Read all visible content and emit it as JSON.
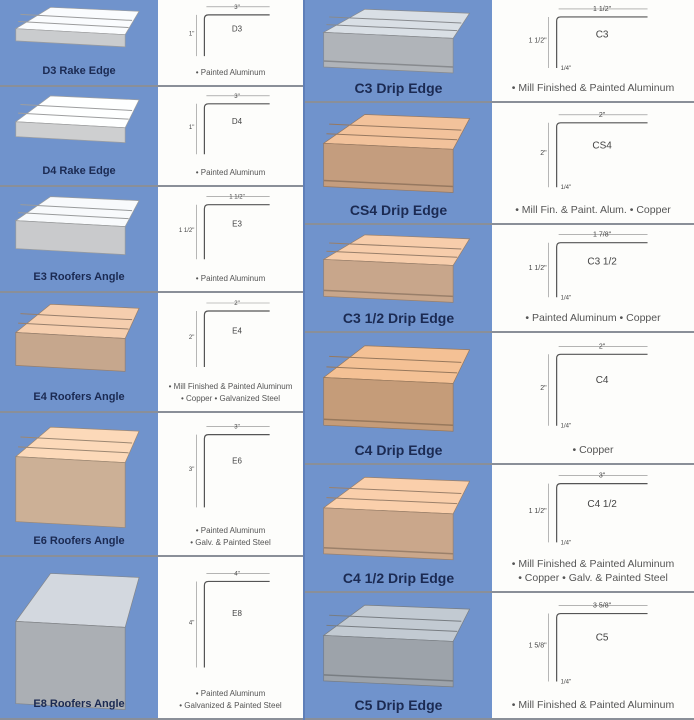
{
  "left": [
    {
      "name": "D3 Rake Edge",
      "code": "D3",
      "width": "3\"",
      "height": "1\"",
      "hem": "",
      "materials": [
        "• Painted Aluminum"
      ],
      "color": "#eef0f2",
      "style": "flat"
    },
    {
      "name": "D4 Rake Edge",
      "code": "D4",
      "width": "3\"",
      "height": "1\"",
      "hem": "",
      "materials": [
        "• Painted Aluminum"
      ],
      "color": "#f2f3f5",
      "style": "flat"
    },
    {
      "name": "E3 Roofers Angle",
      "code": "E3",
      "width": "1 1/2\"",
      "height": "1 1/2\"",
      "hem": "",
      "materials": [
        "• Painted Aluminum"
      ],
      "color": "#eceef0",
      "style": "angle"
    },
    {
      "name": "E4 Roofers Angle",
      "code": "E4",
      "width": "2\"",
      "height": "2\"",
      "hem": "",
      "materials": [
        "• Mill Finished & Painted Aluminum",
        "• Copper  • Galvanized Steel"
      ],
      "color": "#e9c4a6",
      "style": "angle"
    },
    {
      "name": "E6 Roofers Angle",
      "code": "E6",
      "width": "3\"",
      "height": "3\"",
      "hem": "",
      "materials": [
        "• Painted Aluminum",
        "• Galv. & Painted Steel"
      ],
      "color": "#f0cfb0",
      "style": "tall"
    },
    {
      "name": "E8 Roofers Angle",
      "code": "E8",
      "width": "4\"",
      "height": "4\"",
      "hem": "",
      "materials": [
        "• Painted Aluminum",
        "• Galvanized & Painted Steel"
      ],
      "color": "#c9ced4",
      "style": "big"
    }
  ],
  "right": [
    {
      "name": "C3 Drip Edge",
      "code": "C3",
      "width": "1 1/2\"",
      "height": "1 1/2\"",
      "hem": "1/4\"",
      "materials": [
        "• Mill Finished & Painted Aluminum"
      ],
      "color": "#cfd4da",
      "style": "drip"
    },
    {
      "name": "CS4 Drip Edge",
      "code": "CS4",
      "width": "2\"",
      "height": "2\"",
      "hem": "1/4\"",
      "materials": [
        "• Mill Fin. & Paint. Alum.   • Copper"
      ],
      "color": "#e6b994",
      "style": "drip"
    },
    {
      "name": "C3 1/2 Drip Edge",
      "code": "C3 1/2",
      "width": "1 7/8\"",
      "height": "1 1/2\"",
      "hem": "1/4\"",
      "materials": [
        "• Painted Aluminum   • Copper"
      ],
      "color": "#ebc3a3",
      "style": "drip"
    },
    {
      "name": "C4 Drip Edge",
      "code": "C4",
      "width": "2\"",
      "height": "2\"",
      "hem": "1/4\"",
      "materials": [
        "• Copper"
      ],
      "color": "#e8b88e",
      "style": "drip"
    },
    {
      "name": "C4 1/2 Drip Edge",
      "code": "C4 1/2",
      "width": "3\"",
      "height": "1 1/2\"",
      "hem": "1/4\"",
      "materials": [
        "• Mill Finished & Painted Aluminum",
        "• Copper   • Galv. & Painted Steel"
      ],
      "color": "#eec5a3",
      "style": "drip"
    },
    {
      "name": "C5 Drip Edge",
      "code": "C5",
      "width": "3 5/8\"",
      "height": "1 5/8\"",
      "hem": "1/4\"",
      "materials": [
        "• Mill Finished & Painted Aluminum"
      ],
      "color": "#b9c0c8",
      "style": "drip"
    }
  ]
}
